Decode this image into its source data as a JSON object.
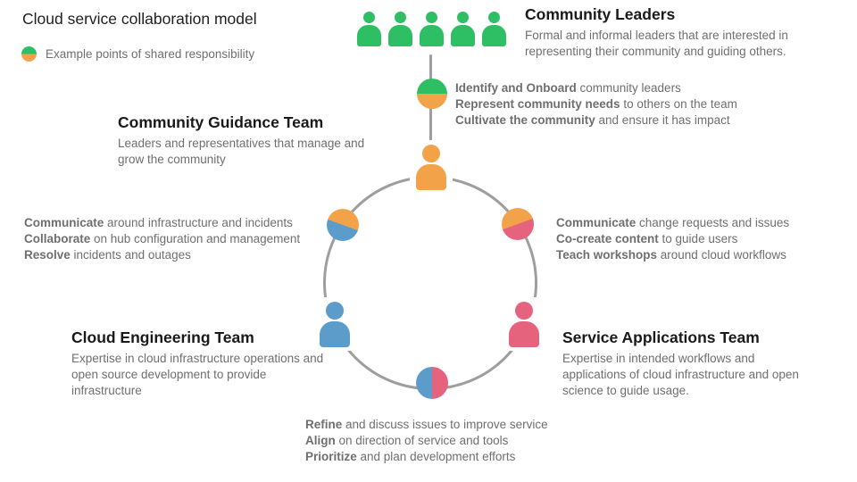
{
  "title": "Cloud service collaboration model",
  "legend": {
    "label": "Example points of shared responsibility"
  },
  "colors": {
    "green": "#2EBE64",
    "orange": "#F2A34A",
    "blue": "#5B9CCB",
    "pink": "#E5637D",
    "ring": "#9E9E9E",
    "heading": "#1A1A1A",
    "body": "#6F6F6F",
    "title": "#212121"
  },
  "icons": {
    "legend_swatch": "shared-responsibility-circle",
    "community_leaders": "group-of-person-icons",
    "teams": "person-icon"
  },
  "groups": {
    "leaders": {
      "title": "Community Leaders",
      "description": "Formal and informal leaders that are interested in representing their community and guiding others."
    },
    "guidance": {
      "title": "Community Guidance Team",
      "description": "Leaders and representatives that manage and grow the community"
    },
    "engineering": {
      "title": "Cloud Engineering Team",
      "description": "Expertise in cloud infrastructure operations and open source development to provide infrastructure"
    },
    "applications": {
      "title": "Service Applications Team",
      "description": "Expertise in intended workflows and applications of cloud infrastructure and open science to guide usage."
    }
  },
  "shared": {
    "leaders_guidance": [
      {
        "lead": "Identify and Onboard",
        "rest": " community leaders"
      },
      {
        "lead": "Represent community needs",
        "rest": " to others on the team"
      },
      {
        "lead": "Cultivate the community",
        "rest": " and ensure it has impact"
      }
    ],
    "guidance_engineering": [
      {
        "lead": "Communicate",
        "rest": " around infrastructure and incidents"
      },
      {
        "lead": "Collaborate",
        "rest": " on hub configuration and management"
      },
      {
        "lead": "Resolve",
        "rest": " incidents and outages"
      }
    ],
    "guidance_applications": [
      {
        "lead": "Communicate",
        "rest": " change requests and issues"
      },
      {
        "lead": "Co-create content",
        "rest": " to guide users"
      },
      {
        "lead": "Teach workshops",
        "rest": " around cloud workflows"
      }
    ],
    "engineering_applications": [
      {
        "lead": "Refine",
        "rest": " and discuss issues to improve service"
      },
      {
        "lead": "Align",
        "rest": " on direction of service and tools"
      },
      {
        "lead": "Prioritize",
        "rest": " and plan development efforts"
      }
    ]
  }
}
